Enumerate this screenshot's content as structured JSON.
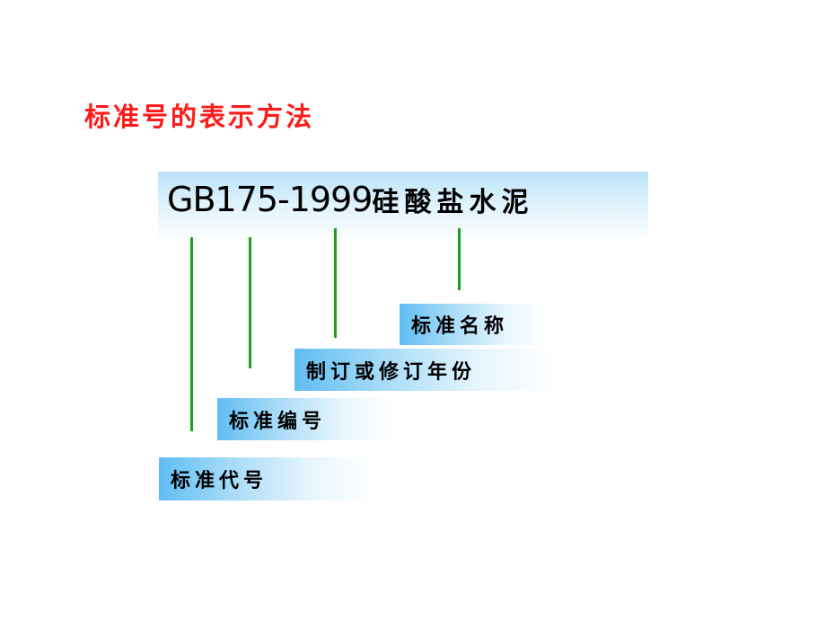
{
  "slide": {
    "title": "标准号的表示方法",
    "title_color": "#ff1a1a"
  },
  "example": {
    "standard_code": "GB175-1999",
    "standard_name": "硅酸盐水泥"
  },
  "labels": [
    {
      "id": "name",
      "text": "标准名称"
    },
    {
      "id": "year",
      "text": "制订或修订年份"
    },
    {
      "id": "number",
      "text": "标准编号"
    },
    {
      "id": "code",
      "text": "标准代号"
    }
  ],
  "colors": {
    "connector_line": "#1aa31a",
    "label_gradient_start": "#5fbdf2",
    "code_box_top": "#b9e2f8"
  }
}
